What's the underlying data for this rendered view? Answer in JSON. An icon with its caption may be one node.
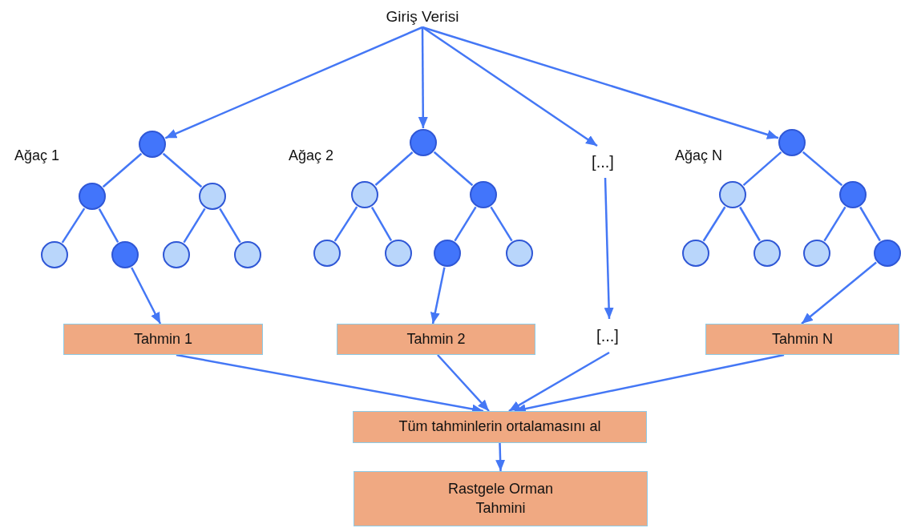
{
  "diagram": {
    "nodes": [
      {
        "text": [
          "Giriş Verisi"
        ]
      },
      {
        "text": [],
        "shape": "circle"
      },
      {
        "text": [],
        "shape": "circle"
      },
      {
        "text": [],
        "shape": "circle"
      },
      {
        "text": [],
        "shape": "circle"
      },
      {
        "text": [],
        "shape": "circle"
      },
      {
        "text": [],
        "shape": "circle"
      },
      {
        "text": [],
        "shape": "circle"
      },
      {
        "text": [],
        "shape": "circle"
      },
      {
        "text": [],
        "shape": "circle"
      },
      {
        "text": [],
        "shape": "circle"
      },
      {
        "text": [],
        "shape": "circle"
      },
      {
        "text": [],
        "shape": "circle"
      },
      {
        "text": [],
        "shape": "circle"
      },
      {
        "text": [],
        "shape": "circle"
      },
      {
        "text": [
          "[...]"
        ]
      },
      {
        "text": [],
        "shape": "circle"
      },
      {
        "text": [],
        "shape": "circle"
      },
      {
        "text": [],
        "shape": "circle"
      },
      {
        "text": [],
        "shape": "circle"
      },
      {
        "text": [],
        "shape": "circle"
      },
      {
        "text": [],
        "shape": "circle"
      },
      {
        "text": [],
        "shape": "circle"
      },
      {
        "text": [
          "Tahmin 1"
        ]
      },
      {
        "text": [
          "Tahmin 2"
        ]
      },
      {
        "text": [
          "[...]"
        ]
      },
      {
        "text": [
          "Tahmin N"
        ]
      },
      {
        "text": [
          "Tüm tahminlerin ortalamasını al"
        ]
      },
      {
        "text": [
          "Rastgele Orman Tahmini"
        ]
      }
    ],
    "edges": [
      {
        "from": 0,
        "to": 1,
        "arrow": "to"
      },
      {
        "from": 0,
        "to": 8,
        "arrow": "to"
      },
      {
        "from": 0,
        "to": 15,
        "arrow": "to"
      },
      {
        "from": 0,
        "to": 16,
        "arrow": "to"
      },
      {
        "from": 1,
        "to": 2,
        "arrow": "none"
      },
      {
        "from": 1,
        "to": 3,
        "arrow": "none"
      },
      {
        "from": 2,
        "to": 4,
        "arrow": "none"
      },
      {
        "from": 2,
        "to": 5,
        "arrow": "none"
      },
      {
        "from": 3,
        "to": 6,
        "arrow": "none"
      },
      {
        "from": 3,
        "to": 7,
        "arrow": "none"
      },
      {
        "from": 8,
        "to": 9,
        "arrow": "none"
      },
      {
        "from": 8,
        "to": 10,
        "arrow": "none"
      },
      {
        "from": 9,
        "to": 11,
        "arrow": "none"
      },
      {
        "from": 9,
        "to": 12,
        "arrow": "none"
      },
      {
        "from": 10,
        "to": 13,
        "arrow": "none"
      },
      {
        "from": 10,
        "to": 14,
        "arrow": "none"
      },
      {
        "from": 16,
        "to": 17,
        "arrow": "none"
      },
      {
        "from": 16,
        "to": 18,
        "arrow": "none"
      },
      {
        "from": 17,
        "to": 19,
        "arrow": "none"
      },
      {
        "from": 17,
        "to": 20,
        "arrow": "none"
      },
      {
        "from": 18,
        "to": 21,
        "arrow": "none"
      },
      {
        "from": 18,
        "to": 22,
        "arrow": "none"
      },
      {
        "from": 5,
        "to": 23,
        "arrow": "to"
      },
      {
        "from": 13,
        "to": 24,
        "arrow": "to"
      },
      {
        "from": 15,
        "to": 25,
        "arrow": "to"
      },
      {
        "from": 22,
        "to": 26,
        "arrow": "to"
      },
      {
        "from": 23,
        "to": 27,
        "arrow": "to"
      },
      {
        "from": 24,
        "to": 27,
        "arrow": "to"
      },
      {
        "from": 25,
        "to": 27,
        "arrow": "to"
      },
      {
        "from": 26,
        "to": 27,
        "arrow": "to"
      },
      {
        "from": 27,
        "to": 28,
        "arrow": "to"
      }
    ],
    "labels": [
      "Ağaç 1",
      "Ağaç 2",
      "Ağaç N"
    ]
  }
}
